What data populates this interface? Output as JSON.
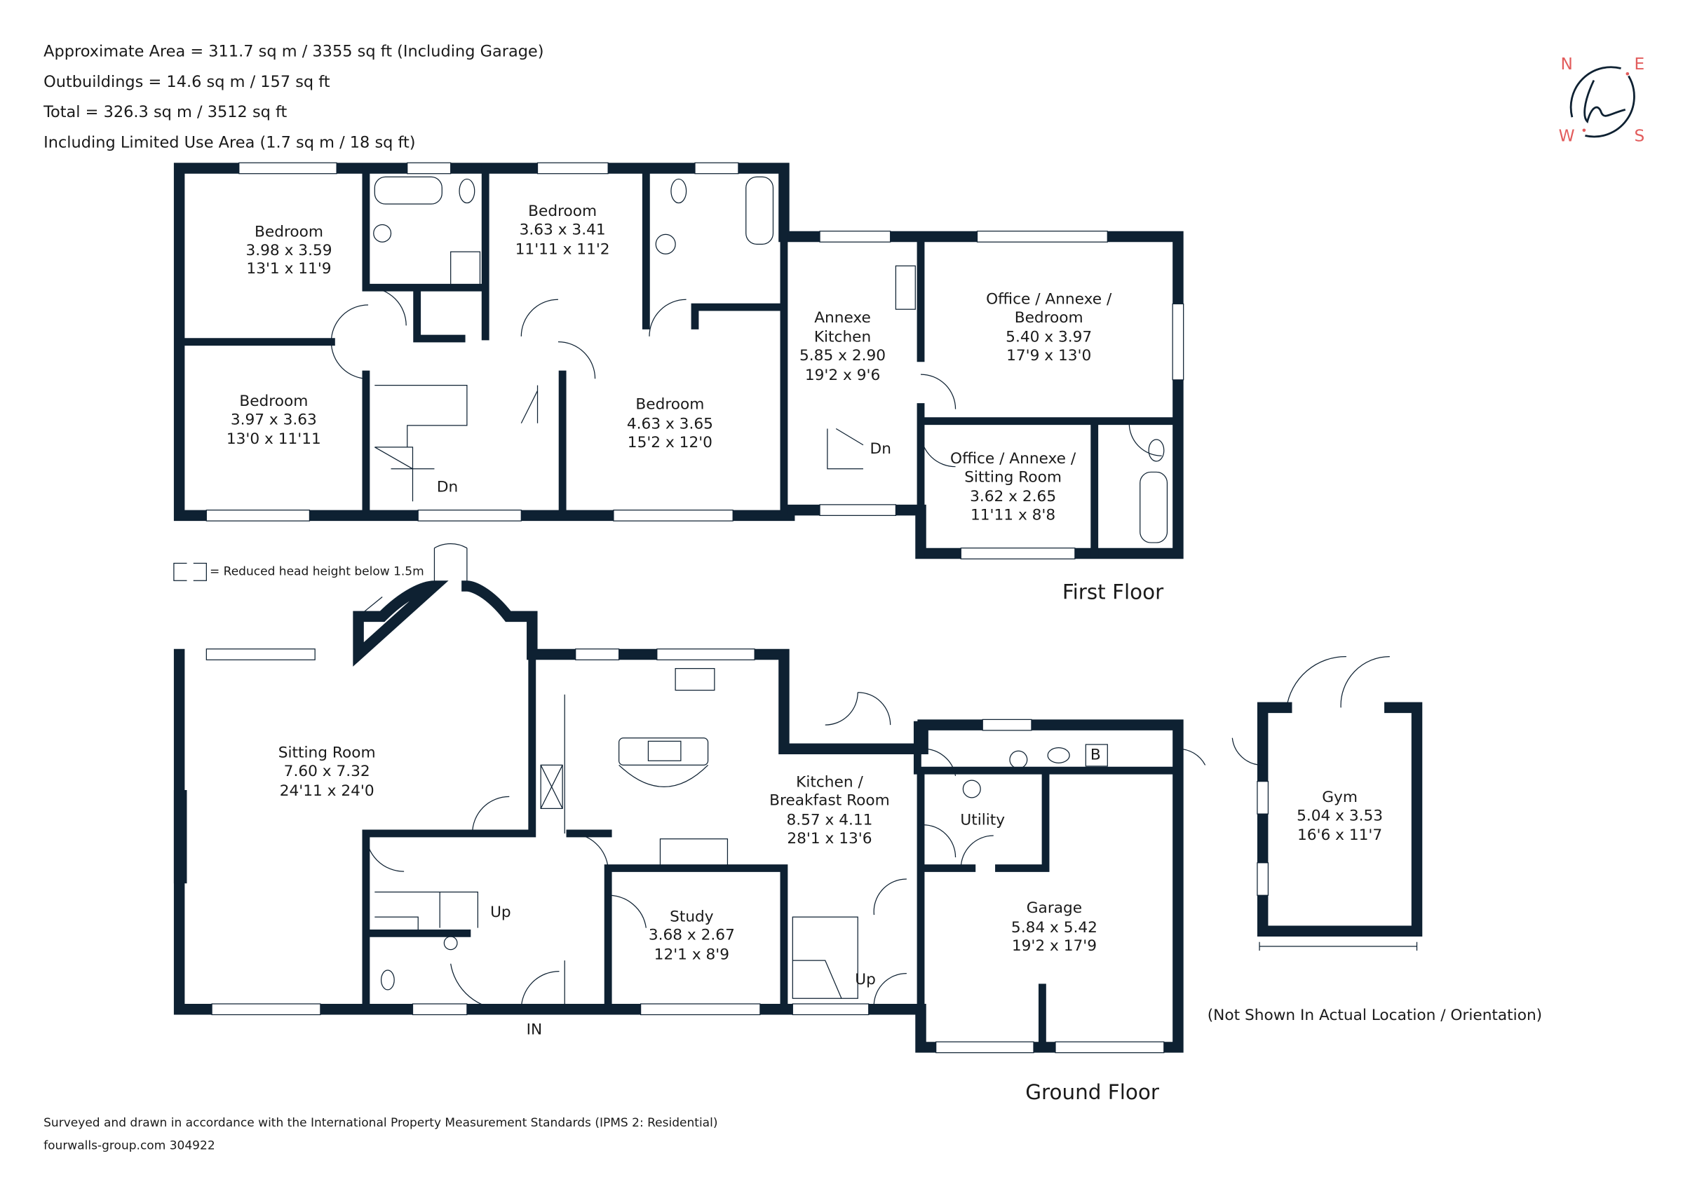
{
  "header": {
    "lines": [
      "Approximate Area = 311.7 sq m / 3355 sq ft (Including Garage)",
      "Outbuildings = 14.6 sq m / 157 sq ft",
      "Total = 326.3 sq m / 3512 sq ft",
      "Including Limited Use Area (1.7 sq m / 18 sq ft)"
    ]
  },
  "compass": {
    "n": "N",
    "e": "E",
    "s": "S",
    "w": "W",
    "logo_letter": "h",
    "color": "#e25c5c"
  },
  "legend": {
    "text": "= Reduced head height below 1.5m"
  },
  "first_floor": {
    "title": "First Floor",
    "rooms": [
      {
        "name": "Bedroom",
        "metric": "3.98 x 3.59",
        "imperial": "13'1 x 11'9"
      },
      {
        "name": "Bedroom",
        "metric": "3.63 x 3.41",
        "imperial": "11'11 x 11'2"
      },
      {
        "name": "Bedroom",
        "metric": "3.97 x 3.63",
        "imperial": "13'0 x 11'11"
      },
      {
        "name": "Bedroom",
        "metric": "4.63 x 3.65",
        "imperial": "15'2 x 12'0"
      },
      {
        "name": "Annexe",
        "name2": "Kitchen",
        "metric": "5.85 x 2.90",
        "imperial": "19'2 x 9'6"
      },
      {
        "name": "Office / Annexe /",
        "name2": "Bedroom",
        "metric": "5.40 x 3.97",
        "imperial": "17'9 x 13'0"
      },
      {
        "name": "Office / Annexe /",
        "name2": "Sitting Room",
        "metric": "3.62 x 2.65",
        "imperial": "11'11 x 8'8"
      }
    ],
    "stairs": [
      "Dn",
      "Dn"
    ]
  },
  "ground_floor": {
    "title": "Ground Floor",
    "rooms": [
      {
        "name": "Sitting Room",
        "metric": "7.60 x 7.32",
        "imperial": "24'11 x 24'0"
      },
      {
        "name": "Kitchen /",
        "name2": "Breakfast Room",
        "metric": "8.57 x 4.11",
        "imperial": "28'1 x 13'6"
      },
      {
        "name": "Study",
        "metric": "3.68 x 2.67",
        "imperial": "12'1 x 8'9"
      },
      {
        "name": "Garage",
        "metric": "5.84 x 5.42",
        "imperial": "19'2 x 17'9"
      },
      {
        "name": "Utility"
      }
    ],
    "stairs": [
      "Up",
      "Up"
    ],
    "entrance": "IN",
    "boiler": "B"
  },
  "outbuilding": {
    "room": {
      "name": "Gym",
      "metric": "5.04 x 3.53",
      "imperial": "16'6 x 11'7"
    },
    "note": "(Not Shown In Actual Location / Orientation)"
  },
  "footer": {
    "standard": "Surveyed and drawn in accordance with the International Property Measurement Standards (IPMS 2: Residential)",
    "ref": "fourwalls-group.com 304922"
  },
  "colors": {
    "wall": "#0e2132",
    "accent": "#e25c5c"
  }
}
